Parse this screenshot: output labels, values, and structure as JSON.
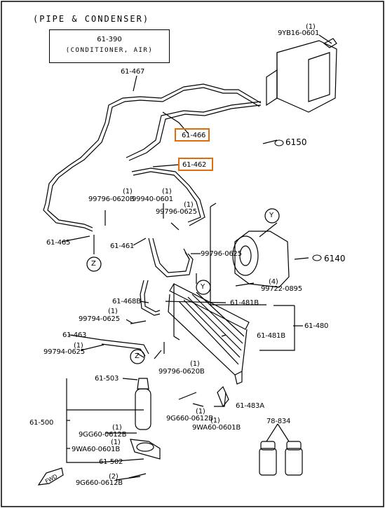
{
  "title": "(PIPE & CONDENSER)",
  "caption": {
    "code": "61-390",
    "name": "(CONDITIONER, AIR)"
  },
  "highlight_color": "#e26b0a",
  "labels": {
    "p9yb16": "9YB16-0601",
    "q9yb16": "(1)",
    "p61467": "61-467",
    "p61466": "61-466",
    "p61462": "61-462",
    "r6150": "6150",
    "p99796a": "99796-0620B",
    "q99796a": "(1)",
    "p99940": "99940-0601",
    "q99940": "(1)",
    "p99796b": "99796-0625",
    "q99796b": "(1)",
    "p61465": "61-465",
    "z1": "Z",
    "p61461": "61-461",
    "y1": "Y",
    "p99796c": "99796-0625",
    "r6140": "6140",
    "y2": "Y",
    "p99722": "99722-0895",
    "q99722": "(4)",
    "p61468b": "61-468B",
    "p61481ba": "61-481B",
    "p99794a": "99794-0625",
    "q99794a": "(1)",
    "p61480": "61-480",
    "p61463": "61-463",
    "p61481bb": "61-481B",
    "p99794b": "99794-0625",
    "q99794b": "(1)",
    "z2": "Z",
    "p99796d": "99796-0620B",
    "q99796d": "(1)",
    "p61503": "61-503",
    "p9g660a": "9G660-0612B",
    "q9g660a": "(1)",
    "p61483a": "61-483A",
    "p9wa60a": "9WA60-0601B",
    "q9wa60a": "(1)",
    "p61500": "61-500",
    "p9gg60": "9GG60-0612B",
    "q9gg60": "(1)",
    "p7834": "78-834",
    "p9wa60b": "9WA60-0601B",
    "q9wa60b": "(1)",
    "p61502": "61-502",
    "p9g660b": "9G660-0612B",
    "q9g660b": "(2)",
    "fwd": "FWD"
  }
}
